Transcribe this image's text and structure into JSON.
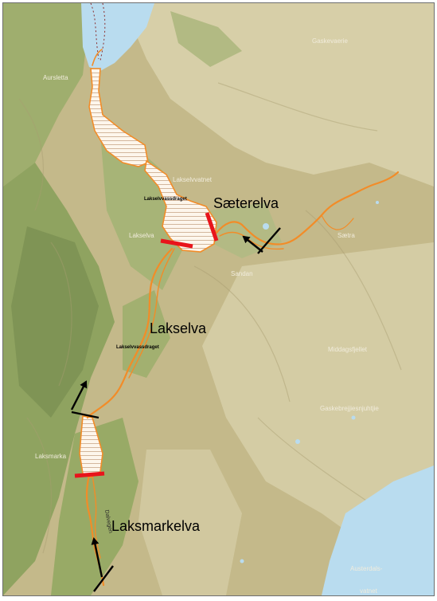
{
  "map": {
    "place_labels": {
      "aursletta": "Aursletta",
      "gaskevaerie": "Gaskevaerie",
      "lakselvvatnet": "Lakselvvatnet",
      "lakselvvassdraget_upper": "Lakselvvassdraget",
      "lakselva_small": "Lakselva",
      "saetra": "Sætra",
      "sandan": "Sandan",
      "lakselvvassdraget_lower": "Lakselvvassdraget",
      "middagsfjellet": "Middagsfjellet",
      "gaskebrejjiesnjuhtjie": "Gaskebrejjiesnjuhtjie",
      "laksmarka": "Laksmarka",
      "austerdalsvatnet_line1": "Austerdals-",
      "austerdalsvatnet_line2": "vatnet",
      "road": "Dalvegen"
    },
    "river_labels": {
      "saeterelva": "Sæterelva",
      "lakselva": "Lakselva",
      "laksmarkelva": "Laksmarkelva"
    },
    "colors": {
      "terrain": "#c4b98a",
      "terrain_light": "#d7cfa8",
      "forest": "#9fae6e",
      "forest_dark": "#7f9455",
      "water": "#b9dcef",
      "river": "#f28c28",
      "hatch_fill": "#fdf6ec",
      "hatch_line": "#c9a88a",
      "barrier": "#e8141b",
      "arrow": "#000000",
      "route": "#8a2d2d"
    }
  }
}
